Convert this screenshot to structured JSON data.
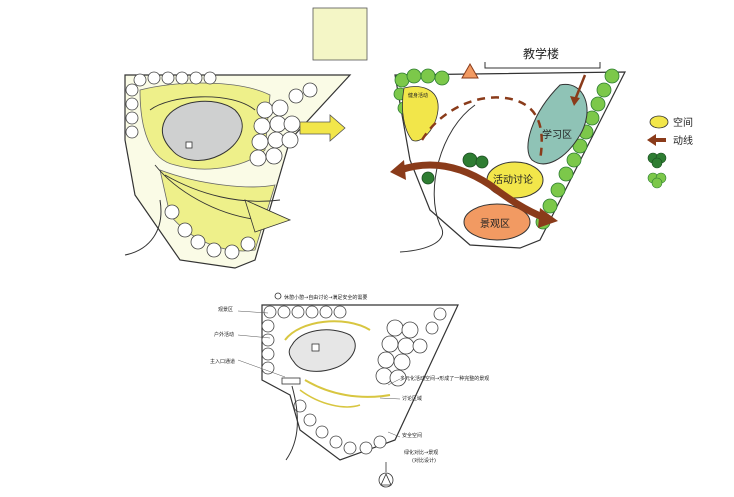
{
  "top_right_plan": {
    "building_label": "教学楼",
    "zones": {
      "study": "学习区",
      "activity_discussion": "活动讨论",
      "scenic": "景观区",
      "fitness": "健身活动"
    }
  },
  "legend": {
    "space": "空间",
    "circulation": "动线"
  },
  "bottom_plan": {
    "annotations": {
      "top": "休憩小憩→自由讨论→满足安全的需要",
      "view_area": "观景区",
      "secondary_entrance": "户外活动",
      "main_entrance": "主入口通道",
      "middle_right": "多元化活动空间→形成了一种完整的景观",
      "discussion": "讨论区域",
      "safe": "安全空间",
      "bottom": "绿化对比→景观",
      "bottom_sub": "(对比设计)"
    }
  },
  "colors": {
    "yellow": "#f2e64a",
    "pale_yellow": "#eef08a",
    "lake_gray": "#cfd0d0",
    "teal": "#8fc3b6",
    "orange": "#f29a62",
    "green_dark": "#2e7d32",
    "green_light": "#7cc84a",
    "arrow_brown": "#8a3b1a",
    "paper_yellow": "#f4f6c6"
  }
}
